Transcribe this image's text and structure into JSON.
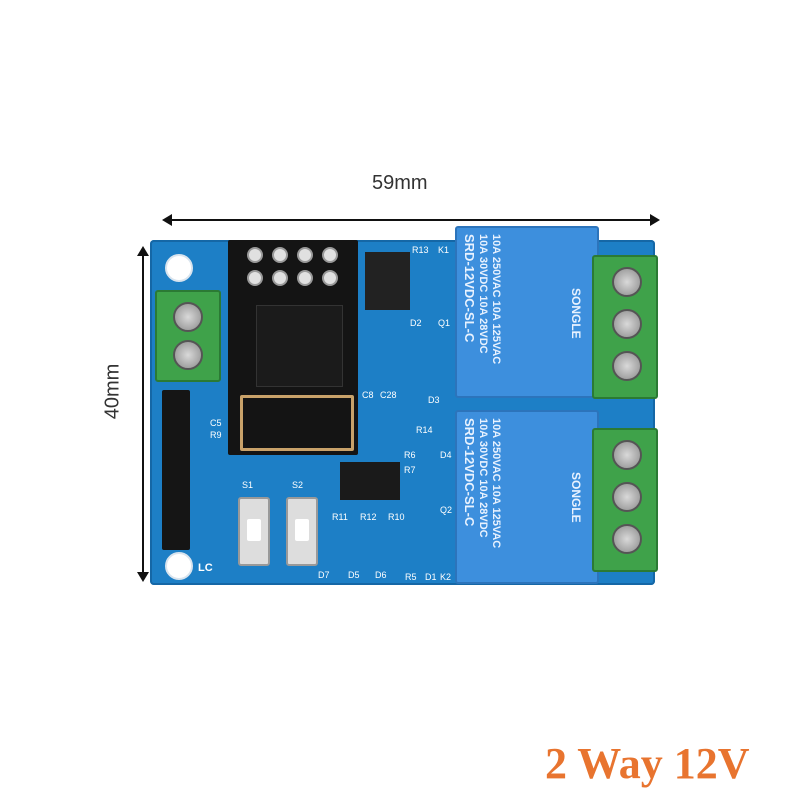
{
  "dimensions": {
    "width_label": "59mm",
    "height_label": "40mm"
  },
  "product_label": "2 Way 12V",
  "colors": {
    "board": "#1d7fc6",
    "relay": "#3d8fdd",
    "terminal": "#3fa24a",
    "label": "#e8742f"
  },
  "relays": [
    {
      "lines": [
        "10A 250VAC  10A 125VAC",
        "10A  30VDC  10A  28VDC",
        "SRD-12VDC-SL-C"
      ],
      "brand": "SONGLE"
    },
    {
      "lines": [
        "10A 250VAC  10A 125VAC",
        "10A  30VDC  10A  28VDC",
        "SRD-12VDC-SL-C"
      ],
      "brand": "SONGLE"
    }
  ],
  "silkscreen": [
    "S1",
    "S2",
    "LC",
    "R13",
    "K1",
    "D2",
    "D3",
    "Q1",
    "R14",
    "R6",
    "R7",
    "D4",
    "Q2",
    "R11",
    "R12",
    "R10",
    "D7",
    "D5",
    "D6",
    "R5",
    "D1",
    "K2",
    "C5",
    "R9",
    "C8",
    "C28"
  ]
}
